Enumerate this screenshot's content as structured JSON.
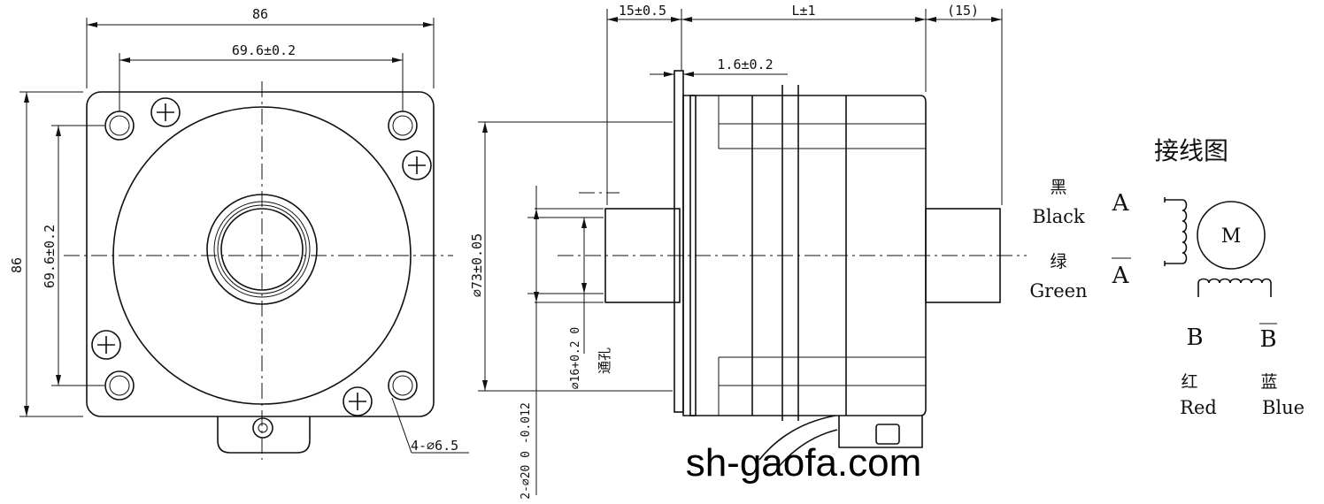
{
  "front_view": {
    "dim_width": "86",
    "dim_hole_spacing_h": "69.6±0.2",
    "dim_height": "86",
    "dim_hole_spacing_v": "69.6±0.2",
    "dim_holes": "4-⌀6.5"
  },
  "side_view": {
    "dim_front_shaft": "15±0.5",
    "dim_length": "L±1",
    "dim_rear_shaft": "(15)",
    "dim_flange": "1.6±0.2",
    "dim_pilot": "⌀73±0.05",
    "dim_bore": "⌀16+0.2 0",
    "dim_bore_note": "通孔",
    "dim_shaft": "2-⌀20 0 -0.012"
  },
  "wiring": {
    "title": "接线图",
    "motor_label": "M",
    "phase_a": "A",
    "phase_a_bar": "A",
    "phase_b": "B",
    "phase_b_bar": "B",
    "black_cn": "黑",
    "black_en": "Black",
    "green_cn": "绿",
    "green_en": "Green",
    "red_cn": "红",
    "red_en": "Red",
    "blue_cn": "蓝",
    "blue_en": "Blue"
  },
  "watermark": "sh-gaofa.com"
}
